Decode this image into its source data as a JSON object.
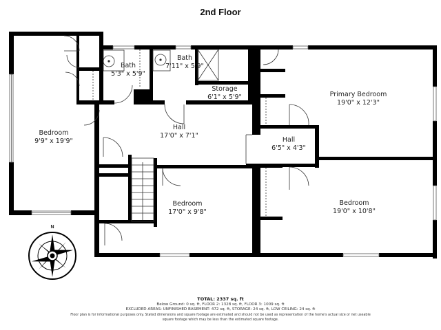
{
  "header": {
    "title": "2nd Floor"
  },
  "rooms": [
    {
      "id": "bedroom-west",
      "name": "Bedroom",
      "dims": "9'9\" x 19'9\""
    },
    {
      "id": "bath-1",
      "name": "Bath",
      "dims": "5'3\" x 5'9\""
    },
    {
      "id": "bath-2",
      "name": "Bath",
      "dims": "7'11\" x 5'9\""
    },
    {
      "id": "storage",
      "name": "Storage",
      "dims": "6'1\" x 5'9\""
    },
    {
      "id": "hall-main",
      "name": "Hall",
      "dims": "17'0\" x 7'1\""
    },
    {
      "id": "primary-bedroom",
      "name": "Primary Bedroom",
      "dims": "19'0\" x 12'3\""
    },
    {
      "id": "hall-small",
      "name": "Hall",
      "dims": "6'5\" x 4'3\""
    },
    {
      "id": "bedroom-south",
      "name": "Bedroom",
      "dims": "17'0\" x 9'8\""
    },
    {
      "id": "bedroom-east",
      "name": "Bedroom",
      "dims": "19'0\" x 10'8\""
    }
  ],
  "compass": {
    "north_label": "N"
  },
  "footer": {
    "total": "TOTAL: 2337 sq. ft",
    "breakdown": "Below Ground: 0 sq. ft, FLOOR 2: 1328 sq. ft, FLOOR 3: 1009 sq. ft",
    "excluded": "EXCLUDED AREAS: UNFINISHED BASEMENT: 472 sq. ft, STORAGE: 24 sq. ft, LOW CEILING: 24 sq. ft",
    "disclaimer_1": "Floor plan is for informational purposes only. Stated dimensions and square footage are estimated and should not be used as representation of the home's actual size or net useable",
    "disclaimer_2": "square footage which may be less than the estimated square footage."
  },
  "colors": {
    "wall": "#000000",
    "background": "#ffffff",
    "text": "#222222"
  }
}
